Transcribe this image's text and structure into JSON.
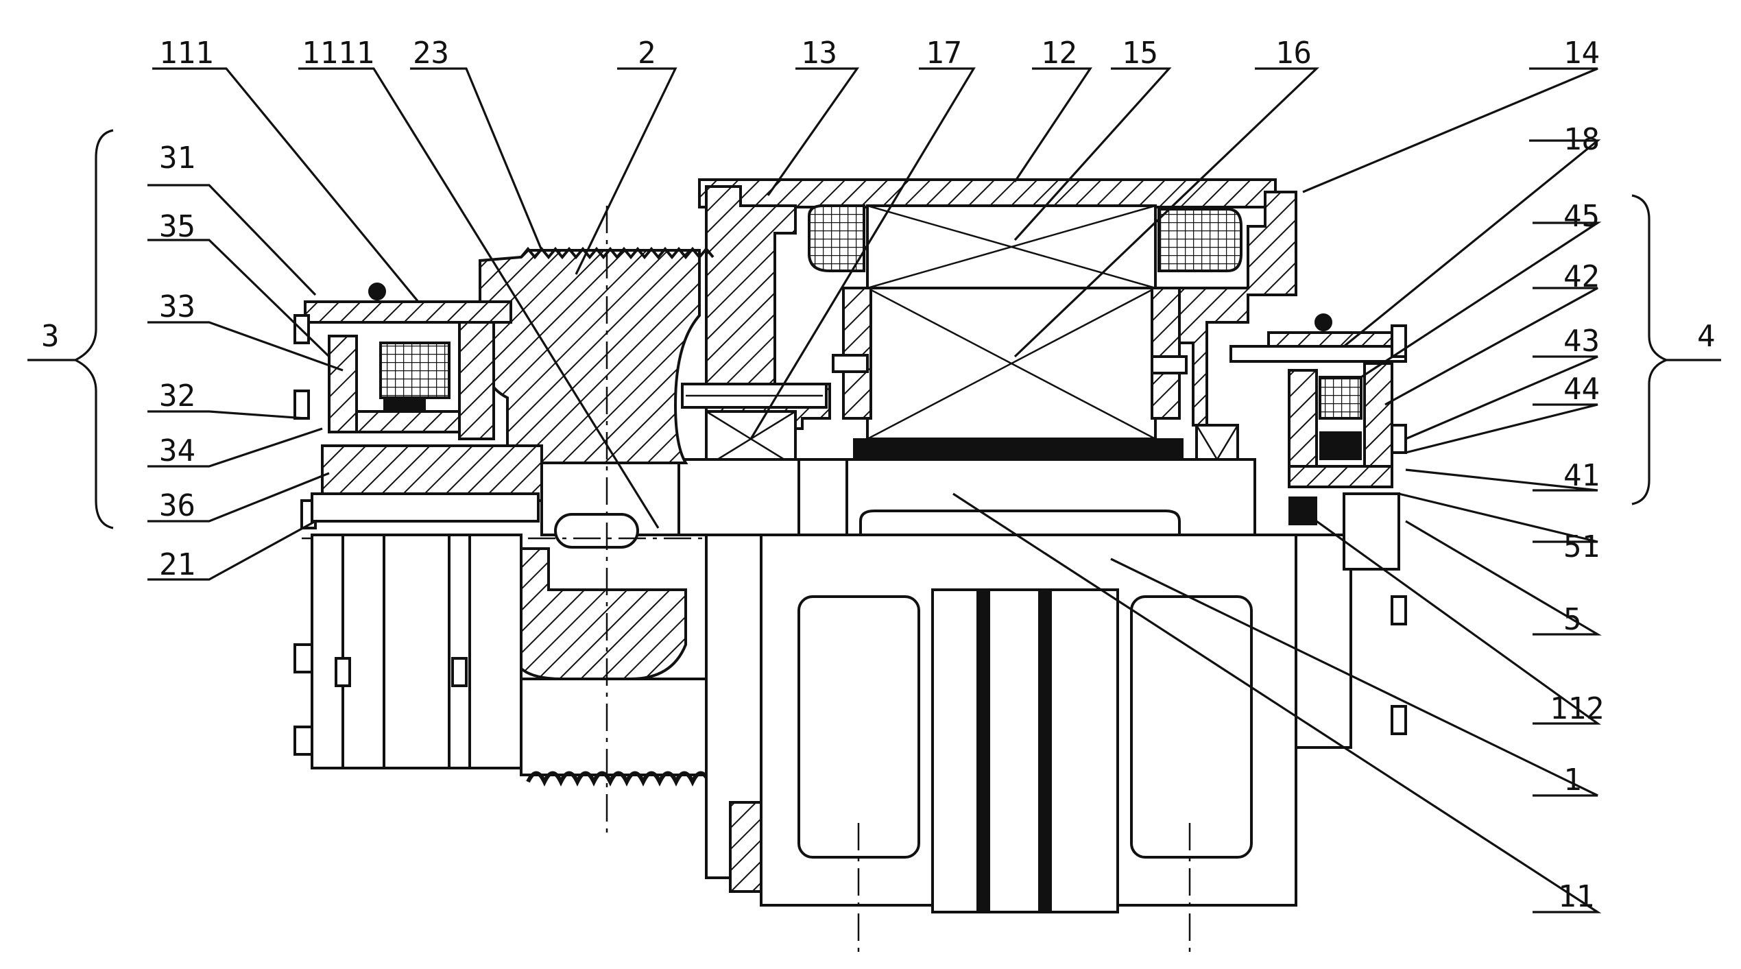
{
  "labels": {
    "l111": "111",
    "l1111": "1111",
    "l23": "23",
    "l2": "2",
    "l13": "13",
    "l17": "17",
    "l12": "12",
    "l15": "15",
    "l16": "16",
    "l14": "14",
    "l18": "18",
    "l45": "45",
    "l42": "42",
    "l43": "43",
    "l44": "44",
    "l41": "41",
    "l51": "51",
    "l5": "5",
    "l112": "112",
    "l1": "1",
    "l11": "11",
    "l3": "3",
    "l4": "4",
    "l31": "31",
    "l35": "35",
    "l33": "33",
    "l32": "32",
    "l34": "34",
    "l36": "36",
    "l21": "21"
  }
}
